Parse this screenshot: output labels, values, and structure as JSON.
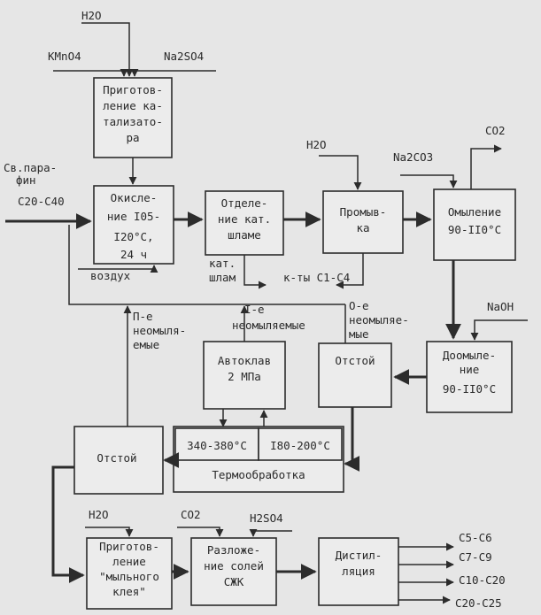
{
  "inputs": {
    "water": "H2O",
    "kmno4": "KMnO4",
    "na2so4": "Na2SO4",
    "paraffin_l1": "Св.пара-",
    "paraffin_l2": "фин",
    "paraffin_l3": "C20-C40",
    "air": "воздух",
    "water2": "H2O",
    "na2co3": "Na2CO3",
    "co2_out": "CO2",
    "naoh": "NaOH",
    "water3": "H2O",
    "co2_in": "CO2",
    "h2so4": "H2SO4"
  },
  "boxes": {
    "catalyst": [
      "Приготов-",
      "ление ка-",
      "тализато-",
      "ра"
    ],
    "oxidation": [
      "Окисле-",
      "ние I05-",
      "I20°C,",
      "24 ч"
    ],
    "separation": [
      "Отделе-",
      "ние кат.",
      "шламе"
    ],
    "washing": [
      "Промыв-",
      "ка"
    ],
    "saponification": [
      "Омыление",
      "90-II0°C"
    ],
    "resaponification": [
      "Доомыле-",
      "ние",
      "90-II0°C"
    ],
    "settler1": [
      "Отстой"
    ],
    "autoclave": [
      "Автоклав",
      "2 МПа"
    ],
    "thermo_hot": [
      "340-380°C"
    ],
    "thermo_warm": [
      "I80-200°C"
    ],
    "thermo_label": [
      "Термообработка"
    ],
    "settler2": [
      "Отстой"
    ],
    "soap_prep": [
      "Приготов-",
      "ление",
      "\"мыльного",
      "клея\""
    ],
    "decomposition": [
      "Разложе-",
      "ние солей",
      "СЖК"
    ],
    "distillation": [
      "Дистил-",
      "ляция"
    ]
  },
  "labels": {
    "cat_sludge": [
      "кат.",
      "шлам"
    ],
    "acids_c1c4": "к-ты C1-C4",
    "unsap_1": [
      "I-е",
      "неомыляемые"
    ],
    "unsap_2": [
      "П-е",
      "неомыля-",
      "емые"
    ],
    "unsap_0": [
      "О-е",
      "неомыляе-",
      "мые"
    ]
  },
  "products": [
    "C5-C6",
    "C7-C9",
    "C10-C20",
    "C20-C25"
  ]
}
